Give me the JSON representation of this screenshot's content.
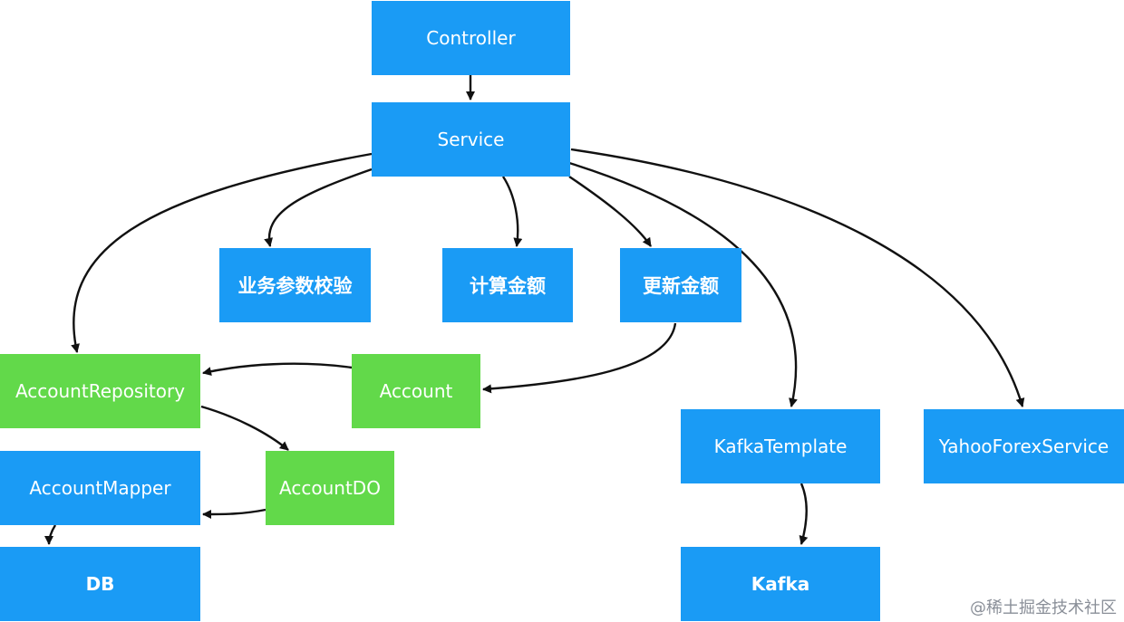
{
  "colors": {
    "service_node": "#1a9bf5",
    "domain_node": "#62d94a",
    "edge": "#111111"
  },
  "nodes": {
    "controller": "Controller",
    "service": "Service",
    "validate": "业务参数校验",
    "calculate": "计算金额",
    "update": "更新金额",
    "account_repository": "AccountRepository",
    "account": "Account",
    "account_do": "AccountDO",
    "account_mapper": "AccountMapper",
    "db": "DB",
    "kafka_template": "KafkaTemplate",
    "yahoo_forex": "YahooForexService",
    "kafka": "Kafka"
  },
  "edges": [
    {
      "from": "Controller",
      "to": "Service"
    },
    {
      "from": "Service",
      "to": "业务参数校验"
    },
    {
      "from": "Service",
      "to": "计算金额"
    },
    {
      "from": "Service",
      "to": "更新金额"
    },
    {
      "from": "Service",
      "to": "AccountRepository"
    },
    {
      "from": "Service",
      "to": "KafkaTemplate"
    },
    {
      "from": "Service",
      "to": "YahooForexService"
    },
    {
      "from": "更新金额",
      "to": "Account"
    },
    {
      "from": "Account",
      "to": "AccountRepository"
    },
    {
      "from": "AccountRepository",
      "to": "AccountDO"
    },
    {
      "from": "AccountDO",
      "to": "AccountMapper"
    },
    {
      "from": "AccountMapper",
      "to": "DB"
    },
    {
      "from": "KafkaTemplate",
      "to": "Kafka"
    }
  ],
  "watermark": "@稀土掘金技术社区"
}
